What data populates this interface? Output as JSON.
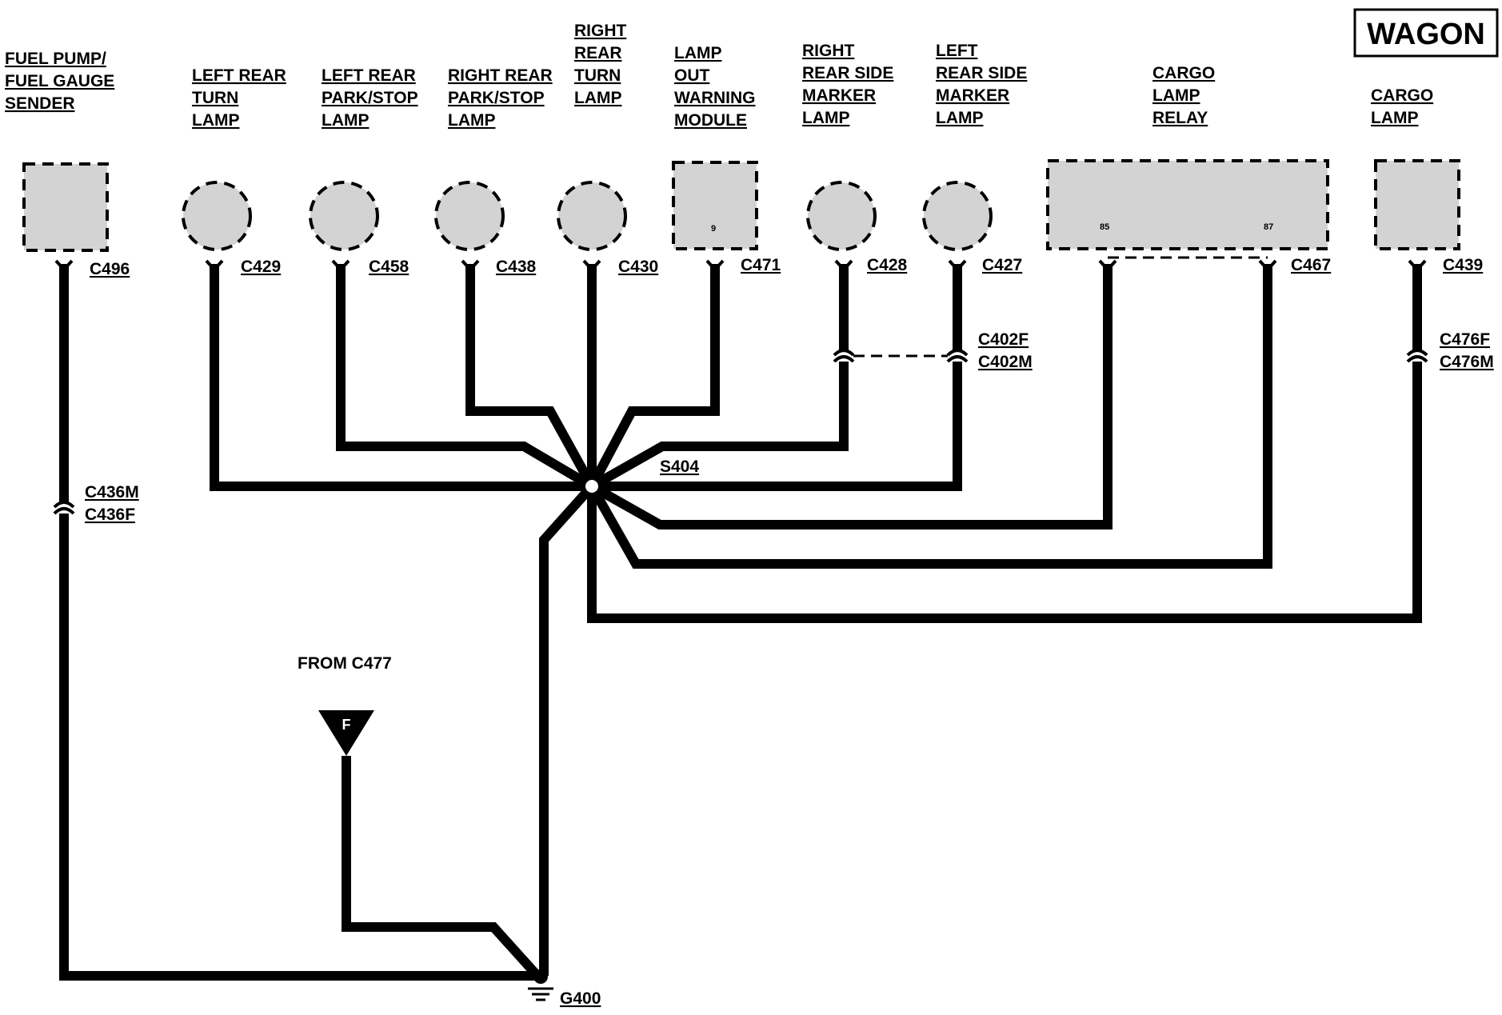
{
  "badge": "WAGON",
  "components": {
    "fuel_pump": [
      "FUEL PUMP/",
      "FUEL GAUGE",
      "SENDER"
    ],
    "lr_turn": [
      "LEFT REAR",
      "TURN",
      "LAMP"
    ],
    "lr_park": [
      "LEFT REAR",
      "PARK/STOP",
      "LAMP"
    ],
    "rr_park": [
      "RIGHT REAR",
      "PARK/STOP",
      "LAMP"
    ],
    "rr_turn": [
      "RIGHT",
      "REAR",
      "TURN",
      "LAMP"
    ],
    "lamp_out": [
      "LAMP",
      "OUT",
      "WARNING",
      "MODULE"
    ],
    "r_side": [
      "RIGHT",
      "REAR SIDE",
      "MARKER",
      "LAMP"
    ],
    "l_side": [
      "LEFT",
      "REAR SIDE",
      "MARKER",
      "LAMP"
    ],
    "cargo_relay": [
      "CARGO",
      "LAMP",
      "RELAY"
    ],
    "cargo_lamp": [
      "CARGO",
      "LAMP"
    ]
  },
  "connectors": {
    "c496": "C496",
    "c429": "C429",
    "c458": "C458",
    "c438": "C438",
    "c430": "C430",
    "c471": "C471",
    "c428": "C428",
    "c427": "C427",
    "c467": "C467",
    "c439": "C439",
    "c402f": "C402F",
    "c402m": "C402M",
    "c476f": "C476F",
    "c476m": "C476M",
    "c436m": "C436M",
    "c436f": "C436F"
  },
  "pins": {
    "module": "9",
    "relay_a": "85",
    "relay_b": "87"
  },
  "splice": "S404",
  "ground": "G400",
  "from_label": "FROM C477",
  "flag": "F"
}
